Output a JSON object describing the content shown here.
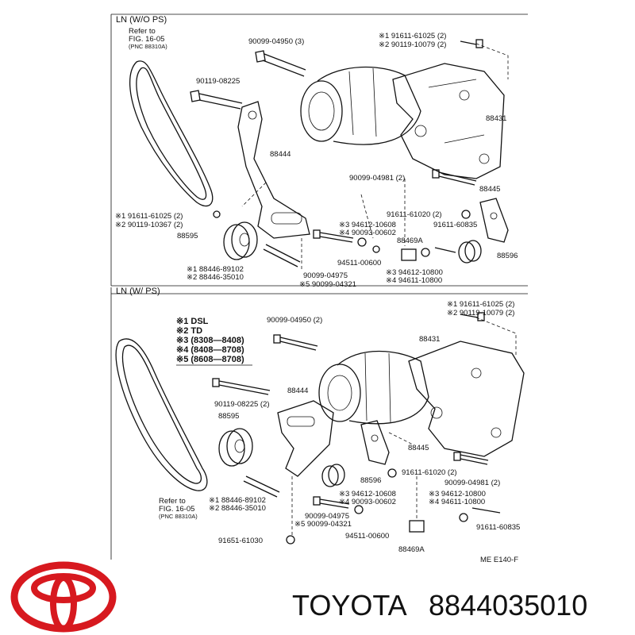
{
  "brand": {
    "name": "TOYOTA",
    "part_number": "8844035010",
    "logo_color": "#d7191f",
    "logo_icon": "toyota-logo-icon"
  },
  "figure_code": "ME  E140-F",
  "sections": [
    {
      "title": "LN (W/O PS)",
      "refer": [
        "Refer to",
        "FIG. 16-05",
        "(PNC 88310A)"
      ],
      "labels": [
        "90099-04950 (3)",
        "※1 91611-61025 (2)",
        "※2 90119-10079 (2)",
        "90119-08225",
        "88431",
        "88444",
        "90099-04981 (2)",
        "88445",
        "※1 91611-61025 (2)",
        "※2 90119-10367 (2)",
        "91611-61020 (2)",
        "※3 94612-10608",
        "※4 90093-00602",
        "91611-60835",
        "88595",
        "88469A",
        "88596",
        "94511-00600",
        "※1 88446-89102",
        "※2 88446-35010",
        "※3 94612-10800",
        "※4 94611-10800",
        "90099-04975",
        "※5 90099-04321"
      ]
    },
    {
      "title": "LN (W/ PS)",
      "refer": [
        "Refer to",
        "FIG. 16-05",
        "(PNC 88310A)"
      ],
      "legend": [
        "※1 DSL",
        "※2 TD",
        "※3 (8308—8408)",
        "※4 (8408—8708)",
        "※5 (8608—8708)"
      ],
      "labels": [
        "90099-04950 (2)",
        "※1 91611-61025 (2)",
        "※2 90119-10079 (2)",
        "88431",
        "88444",
        "90119-08225 (2)",
        "88595",
        "88445",
        "88596",
        "91611-61020 (2)",
        "90099-04981 (2)",
        "※1 88446-89102",
        "※2 88446-35010",
        "※3 94612-10608",
        "※4 90093-00602",
        "※3 94612-10800",
        "※4 94611-10800",
        "90099-04975",
        "※5 90099-04321",
        "91611-60835",
        "94511-00600",
        "91651-61030",
        "88469A"
      ]
    }
  ]
}
